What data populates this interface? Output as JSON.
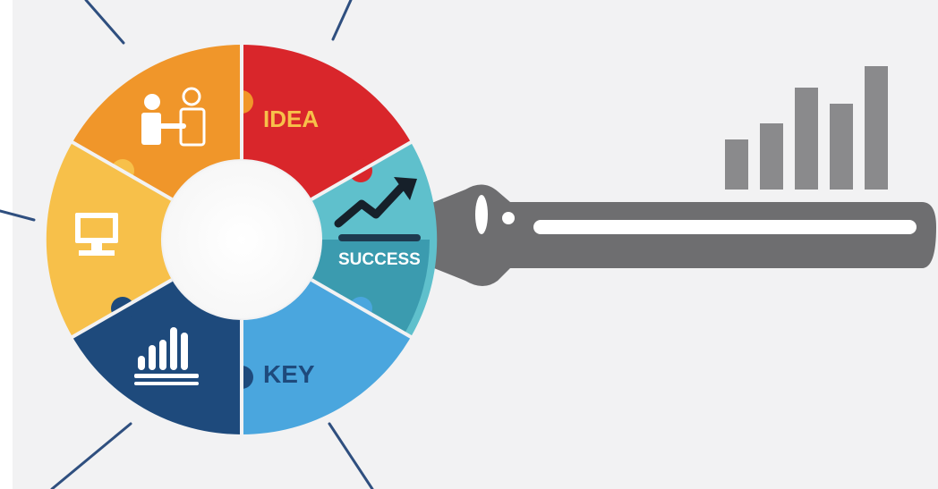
{
  "labels": {
    "idea": "IDEA",
    "success": "SUCCESS",
    "key": "KEY"
  },
  "segments": [
    {
      "id": "team",
      "color": "#f0962a",
      "icon": "people-handshake-icon"
    },
    {
      "id": "idea",
      "color": "#d9262b",
      "icon": "lightbulb-icon"
    },
    {
      "id": "success",
      "color": "#5fc0cc",
      "icon": "trend-arrow-icon"
    },
    {
      "id": "key",
      "color": "#4aa6de",
      "icon": "key-icon"
    },
    {
      "id": "analytics",
      "color": "#1e4a7c",
      "icon": "bar-chart-icon"
    },
    {
      "id": "computer",
      "color": "#f7c04a",
      "icon": "monitor-icon"
    }
  ],
  "colors": {
    "background": "#f2f2f3",
    "connector_line": "#2f4f7f",
    "key_gray": "#6e6e70",
    "bars_gray": "#8a8a8c"
  }
}
